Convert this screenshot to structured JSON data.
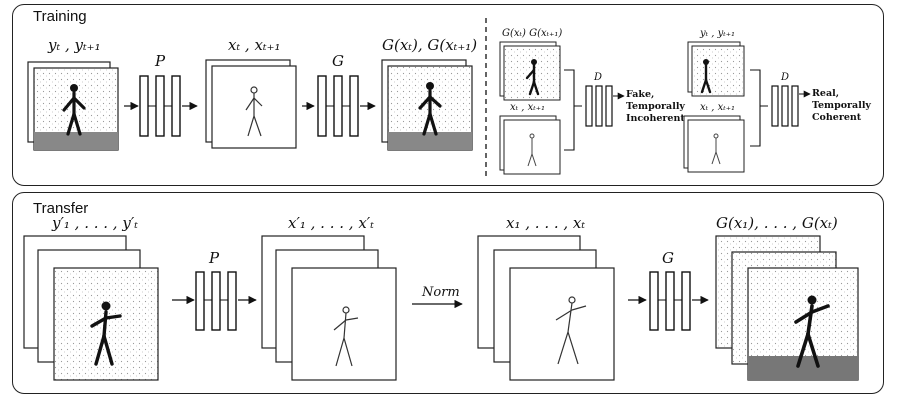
{
  "training": {
    "title": "Training",
    "labels": {
      "source_frames": "yₜ , yₜ₊₁",
      "pose_net": "P",
      "poses": "xₜ , xₜ₊₁",
      "generator": "G",
      "generated": "G(xₜ), G(xₜ₊₁)",
      "fake_pair_top": "G(xₜ) G(xₜ₊₁)",
      "fake_pair_bottom": "xₜ , xₜ₊₁",
      "disc_fake": "D",
      "fake_output_line1": "Fake,",
      "fake_output_line2": "Temporally",
      "fake_output_line3": "Incoherent",
      "real_pair_top": "yₜ , yₜ₊₁",
      "real_pair_bottom": "xₜ , xₜ₊₁",
      "disc_real": "D",
      "real_output_line1": "Real,",
      "real_output_line2": "Temporally",
      "real_output_line3": "Coherent"
    }
  },
  "transfer": {
    "title": "Transfer",
    "labels": {
      "target_frames": "y′₁ , . . . , y′ₜ",
      "pose_net": "P",
      "target_poses": "x′₁ , . . . , x′ₜ",
      "norm": "Norm",
      "normalized_poses": "x₁ , . . . , xₜ",
      "generator": "G",
      "outputs": "G(x₁), . . . , G(xₜ)"
    }
  }
}
